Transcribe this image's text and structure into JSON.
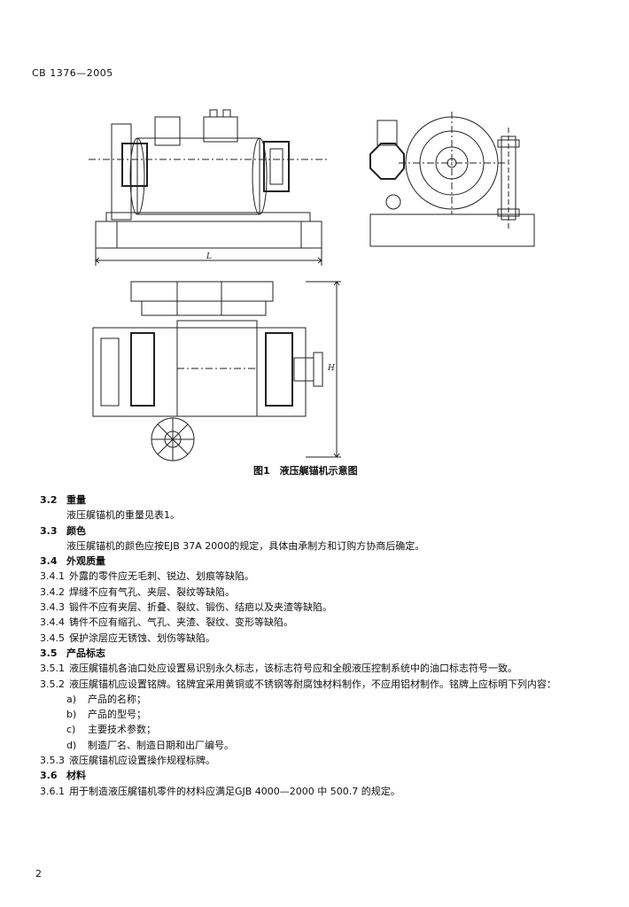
{
  "header": {
    "standard_no": "CB 1376—2005"
  },
  "figure": {
    "caption": "图1　液压艉锚机示意图",
    "dim_l": "L",
    "dim_h": "H"
  },
  "sections": {
    "s3_2": {
      "num": "3.2",
      "title": "重量",
      "text": "液压艉锚机的重量见表1。"
    },
    "s3_3": {
      "num": "3.3",
      "title": "颜色",
      "text": "液压艉锚机的颜色应按EJB 37A  2000的规定，具体由承制方和订购方协商后确定。"
    },
    "s3_4": {
      "num": "3.4",
      "title": "外观质量",
      "items": [
        {
          "num": "3.4.1",
          "text": "外露的零件应无毛刺、锐边、划痕等缺陷。"
        },
        {
          "num": "3.4.2",
          "text": "焊缝不应有气孔、夹层、裂纹等缺陷。"
        },
        {
          "num": "3.4.3",
          "text": "锻件不应有夹层、折叠、裂纹、锻伤、结疤以及夹渣等缺陷。"
        },
        {
          "num": "3.4.4",
          "text": "铸件不应有缩孔、气孔、夹渣、裂纹、变形等缺陷。"
        },
        {
          "num": "3.4.5",
          "text": "保护涂层应无锈蚀、划伤等缺陷。"
        }
      ]
    },
    "s3_5": {
      "num": "3.5",
      "title": "产品标志",
      "i1": {
        "num": "3.5.1",
        "text": "液压艉锚机各油口处应设置易识别永久标志，该标志符号应和全舰液压控制系统中的油口标志符号一致。"
      },
      "i2": {
        "num": "3.5.2",
        "text": "液压艉锚机应设置铭牌。铭牌宜采用黄铜或不锈钢等耐腐蚀材料制作，不应用铝材制作。铭牌上应标明下列内容："
      },
      "list": [
        {
          "label": "a)",
          "text": "产品的名称；"
        },
        {
          "label": "b)",
          "text": "产品的型号；"
        },
        {
          "label": "c)",
          "text": "主要技术参数；"
        },
        {
          "label": "d)",
          "text": "制造厂名、制造日期和出厂编号。"
        }
      ],
      "i3": {
        "num": "3.5.3",
        "text": "液压艉锚机应设置操作规程标牌。"
      }
    },
    "s3_6": {
      "num": "3.6",
      "title": "材料",
      "i1": {
        "num": "3.6.1",
        "text": "用于制造液压艉锚机零件的材料应满足GJB 4000—2000 中 500.7 的规定。"
      }
    }
  },
  "footer": {
    "page_number": "2"
  }
}
